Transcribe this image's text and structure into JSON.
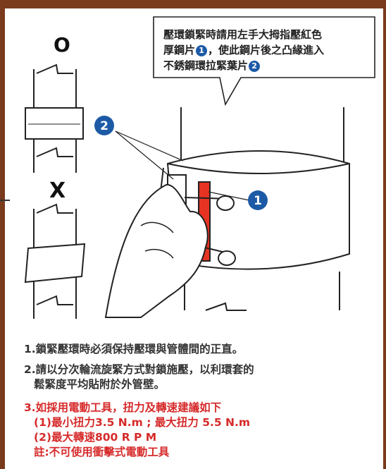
{
  "callout": {
    "line1": "壓環鎖緊時請用左手大拇指壓紅色",
    "line2_pre": "厚鋼片",
    "line2_num": "1",
    "line2_post": "，使此鋼片後之凸緣進入",
    "line3_pre": "不銹鋼環拉緊葉片",
    "line3_num": "2"
  },
  "marks": {
    "correct": "O",
    "wrong": "X",
    "label1": "1",
    "label2": "2"
  },
  "notes": {
    "n1": "1.鎖緊壓環時必須保持壓環與管體間的正直。",
    "n2_line1": "2.請以分次輪流旋緊方式對鎖施壓，以利環套的",
    "n2_line2": "鬆緊度平均貼附於外管壁。",
    "n3_line1": "3.如採用電動工具，扭力及轉速建議如下",
    "n3_line2": "(1)最小扭力3.5 N.m ; 最大扭力  5.5 N.m",
    "n3_line3": "(2)最大轉速800 R P M",
    "n3_line4": "註:不可使用衝擊式電動工具"
  },
  "colors": {
    "frame": "#7a3a1c",
    "badge": "#1c5aa6",
    "red_plate": "#e63322",
    "warning_text": "#d62a2a"
  }
}
